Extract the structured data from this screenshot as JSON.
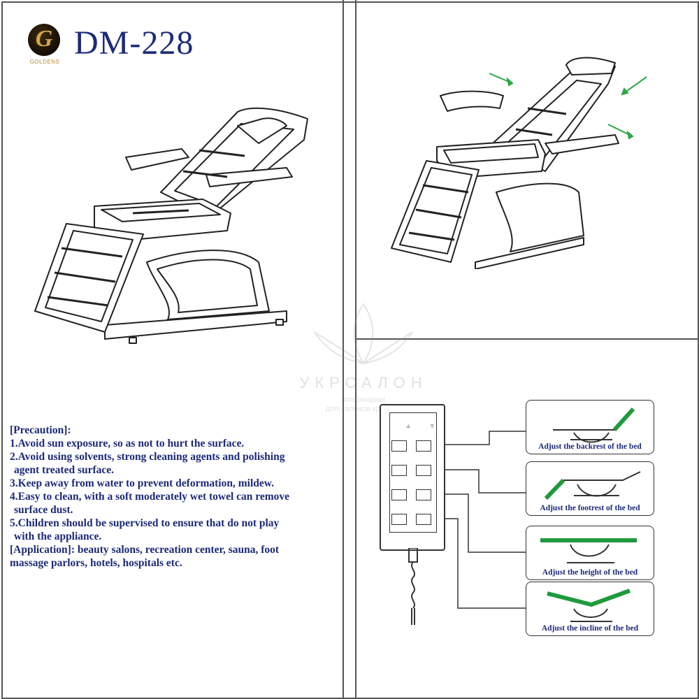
{
  "brand": {
    "logo_letter": "G",
    "logo_name": "GOLDENS"
  },
  "model": "DM-228",
  "precaution": [
    {
      "text": "[Precaution]:",
      "indent": false
    },
    {
      "text": "1.Avoid sun exposure, so as not to hurt the surface.",
      "indent": false
    },
    {
      "text": "2.Avoid using solvents, strong cleaning agents and polishing",
      "indent": false
    },
    {
      "text": "agent treated surface.",
      "indent": true
    },
    {
      "text": "3.Keep away from water to prevent deformation, mildew.",
      "indent": false
    },
    {
      "text": "4.Easy to clean, with a soft moderately wet towel can remove",
      "indent": false
    },
    {
      "text": "surface dust.",
      "indent": true
    },
    {
      "text": "5.Children should be supervised to ensure that do not play",
      "indent": false
    },
    {
      "text": "with the appliance.",
      "indent": true
    },
    {
      "text": "[Application]: beauty salons, recreation center, sauna, foot",
      "indent": false
    },
    {
      "text": "massage parlors, hotels, hospitals etc.",
      "indent": false
    }
  ],
  "remote": {
    "up_symbol": "▵",
    "down_symbol": "▿"
  },
  "panels": [
    {
      "caption": "Adjust the backrest of the bed"
    },
    {
      "caption": "Adjust the footrest of the bed"
    },
    {
      "caption": "Adjust the height of the bed"
    },
    {
      "caption": "Adjust the incline of the bed"
    }
  ],
  "watermark": {
    "title": "УКРСАЛОН",
    "line1": "гипермаркет",
    "line2": "для салонов красоты"
  },
  "colors": {
    "text": "#1c2a7a",
    "highlight": "#1f9a3c",
    "brand": "#d4a64a"
  }
}
